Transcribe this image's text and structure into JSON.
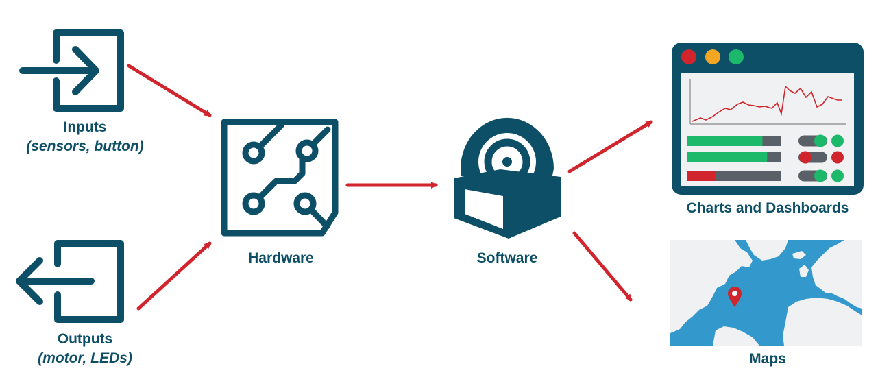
{
  "colors": {
    "primary": "#0d4f66",
    "arrow": "#d0252d",
    "dot_red": "#d0252d",
    "dot_yellow": "#f5a623",
    "dot_green": "#1db96a",
    "screen_bg": "#f0f1f2",
    "bar_grey": "#5a6068",
    "ocean": "#3399cc",
    "land": "#f0f1f2"
  },
  "nodes": {
    "inputs": {
      "title": "Inputs",
      "subtitle": "(sensors, button)",
      "icon": "sign-in-icon"
    },
    "outputs": {
      "title": "Outputs",
      "subtitle": "(motor, LEDs)",
      "icon": "sign-out-icon"
    },
    "hardware": {
      "title": "Hardware",
      "icon": "circuit-board-icon"
    },
    "software": {
      "title": "Software",
      "icon": "software-package-icon"
    },
    "dashboards": {
      "title": "Charts and Dashboards",
      "icon": "dashboard-window-icon",
      "progress_bars": [
        {
          "fill": 0.8,
          "color": "green"
        },
        {
          "fill": 0.85,
          "color": "green"
        },
        {
          "fill": 0.3,
          "color": "red"
        }
      ],
      "toggles": [
        {
          "state": "on",
          "color": "green"
        },
        {
          "state": "off",
          "color": "red"
        },
        {
          "state": "on",
          "color": "green"
        }
      ]
    },
    "maps": {
      "title": "Maps",
      "icon": "world-map-icon"
    }
  },
  "connections": [
    {
      "from": "inputs",
      "to": "hardware"
    },
    {
      "from": "outputs",
      "to": "hardware"
    },
    {
      "from": "hardware",
      "to": "software"
    },
    {
      "from": "software",
      "to": "dashboards"
    },
    {
      "from": "software",
      "to": "maps"
    }
  ]
}
